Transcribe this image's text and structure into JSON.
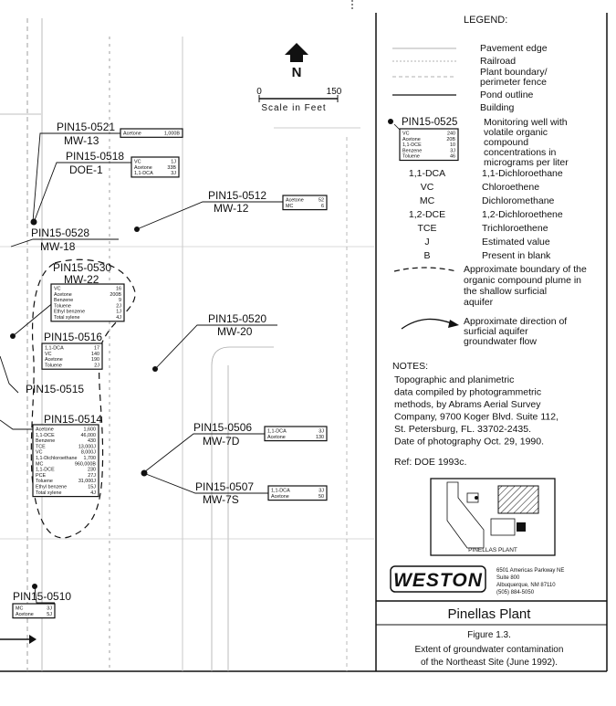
{
  "map": {
    "north_label": "N",
    "scale": {
      "start": "0",
      "end": "150",
      "label": "Scale in Feet"
    },
    "wells": [
      {
        "id": "PIN15-0521",
        "alias": "MW-13",
        "box": [
          [
            "Acetone",
            "1,000B"
          ]
        ]
      },
      {
        "id": "PIN15-0518",
        "alias": "DOE-1",
        "box": [
          [
            "VC",
            "1J"
          ],
          [
            "Acetone",
            "33B"
          ],
          [
            "1,1-DCA",
            "3J"
          ]
        ]
      },
      {
        "id": "PIN15-0512",
        "alias": "MW-12",
        "box": [
          [
            "Acetone",
            "52"
          ],
          [
            "MC",
            "6"
          ]
        ]
      },
      {
        "id": "PIN15-0528",
        "alias": "MW-18",
        "box": []
      },
      {
        "id": "PIN15-0530",
        "alias": "MW-22",
        "box": [
          [
            "VC",
            "16"
          ],
          [
            "Acetone",
            "200B"
          ],
          [
            "Benzene",
            "9"
          ],
          [
            "Toluene",
            "2J"
          ],
          [
            "Ethyl benzene",
            "1J"
          ],
          [
            "Total xylene",
            "4J"
          ]
        ]
      },
      {
        "id": "PIN15-0520",
        "alias": "MW-20",
        "box": []
      },
      {
        "id": "PIN15-0516",
        "alias": "",
        "box": [
          [
            "1,1-DCA",
            "17"
          ],
          [
            "VC",
            "140"
          ],
          [
            "Acetone",
            "190"
          ],
          [
            "Toluene",
            "2J"
          ]
        ]
      },
      {
        "id": "PIN15-0515",
        "alias": "",
        "box": []
      },
      {
        "id": "PIN15-0514",
        "alias": "",
        "box": [
          [
            "Acetone",
            "1,600"
          ],
          [
            "1,1-DCE",
            "46,000"
          ],
          [
            "Benzene",
            "430"
          ],
          [
            "TCE",
            "13,000J"
          ],
          [
            "VC",
            "8,000J"
          ],
          [
            "1,1-Dichloroethane",
            "1,700"
          ],
          [
            "MC",
            "960,000B"
          ],
          [
            "1,1-DCE",
            "230"
          ],
          [
            "PCE",
            "27J"
          ],
          [
            "Toluene",
            "31,000J"
          ],
          [
            "Ethyl benzene",
            "15J"
          ],
          [
            "Total xylene",
            "4J"
          ]
        ]
      },
      {
        "id": "PIN15-0506",
        "alias": "MW-7D",
        "box": [
          [
            "1,1-DCA",
            "3J"
          ],
          [
            "Acetone",
            "130"
          ]
        ]
      },
      {
        "id": "PIN15-0507",
        "alias": "MW-7S",
        "box": [
          [
            "1,1-DCA",
            "3J"
          ],
          [
            "Acetone",
            "50"
          ]
        ]
      },
      {
        "id": "PIN15-0510",
        "alias": "",
        "box": [
          [
            "MC",
            "3J"
          ],
          [
            "Acetone",
            "5J"
          ]
        ]
      }
    ]
  },
  "legend": {
    "title": "LEGEND:",
    "lines": [
      {
        "label": "Pavement edge"
      },
      {
        "label": "Railroad"
      },
      {
        "label": "Plant boundary/ perimeter fence"
      },
      {
        "label": "Pond outline"
      },
      {
        "label": "Building"
      }
    ],
    "well_example": {
      "id": "PIN15-0525",
      "box": [
        [
          "VC",
          "240"
        ],
        [
          "Acetone",
          "20B"
        ],
        [
          "1,1-DCE",
          "10"
        ],
        [
          "Benzene",
          "3J"
        ],
        [
          "Toluene",
          "46"
        ]
      ],
      "label": "Monitoring well with volatile organic compound concentrations in micrograms per liter"
    },
    "abbreviations": [
      [
        "1,1-DCA",
        "1,1-Dichloroethane"
      ],
      [
        "VC",
        "Chloroethene"
      ],
      [
        "MC",
        "Dichloromethane"
      ],
      [
        "1,2-DCE",
        "1,2-Dichloroethene"
      ],
      [
        "TCE",
        "Trichloroethene"
      ],
      [
        "J",
        "Estimated value"
      ],
      [
        "B",
        "Present in blank"
      ]
    ],
    "plume_label": "Approximate boundary of the organic compound plume in the shallow surficial aquifer",
    "flow_label": "Approximate direction of surficial aquifer groundwater flow"
  },
  "notes": {
    "title": "NOTES:",
    "lines": [
      "Topographic and planimetric",
      "data compiled by photogrammetric",
      "methods, by Abrams Aerial Survey",
      "Company, 9700 Koger Blvd. Suite 112,",
      "St. Petersburg, FL. 33702-2435.",
      "Date of photography Oct. 29, 1990."
    ],
    "ref": "Ref: DOE 1993c."
  },
  "inset": {
    "label": "PINELLAS PLANT"
  },
  "company": {
    "name": "WESTON",
    "address": [
      "6501 Americas Parkway NE",
      "Suite 800",
      "Albuquerque, NM 87110",
      "(505) 884-5050"
    ]
  },
  "title_block": {
    "title": "Pinellas Plant",
    "figure": "Figure 1.3.",
    "caption_line1": "Extent of groundwater contamination",
    "caption_line2": "of the Northeast Site (June 1992)."
  }
}
